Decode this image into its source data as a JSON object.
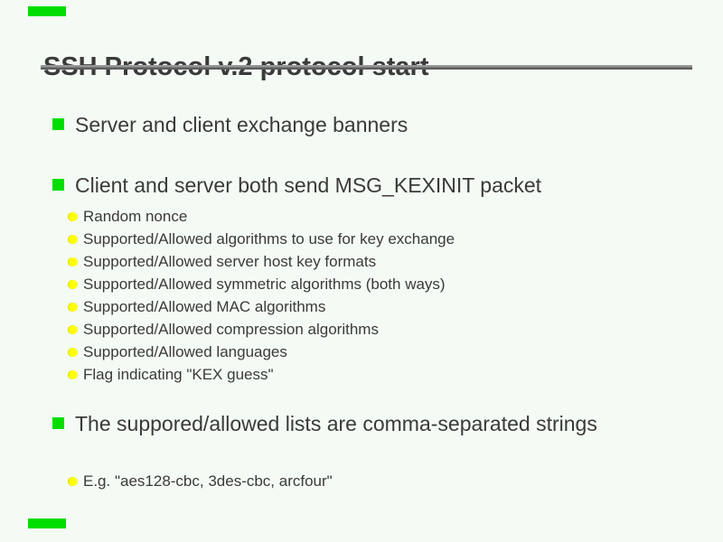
{
  "slide": {
    "title": "SSH Protocol v.2 protocol start",
    "bullets": {
      "b1": "Server and client exchange banners",
      "b2": "Client and server both send MSG_KEXINIT packet",
      "b3": "The suppored/allowed lists are comma-separated strings"
    },
    "sub_bullets_kexinit": [
      "Random nonce",
      "Supported/Allowed algorithms to use for key exchange",
      "Supported/Allowed server host key formats",
      "Supported/Allowed symmetric algorithms (both ways)",
      "Supported/Allowed MAC algorithms",
      "Supported/Allowed compression algorithms",
      "Supported/Allowed languages",
      "Flag indicating \"KEX guess\""
    ],
    "sub_bullets_lists": [
      "E.g. \"aes128-cbc, 3des-cbc, arcfour\""
    ],
    "colors": {
      "background": "#f4faf4",
      "text": "#3a3a3a",
      "bullet_green": "#00dd00",
      "bullet_yellow": "#ffff00",
      "rule_gray": "#979797"
    }
  }
}
